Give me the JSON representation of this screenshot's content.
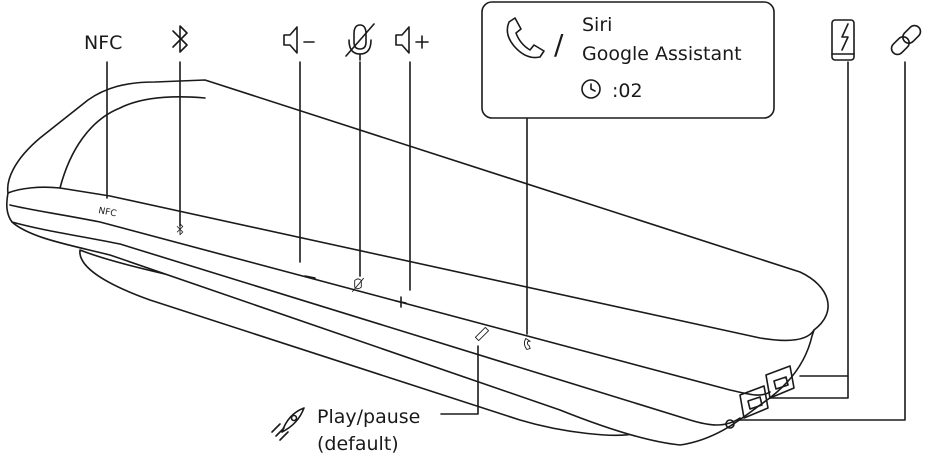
{
  "labels": {
    "nfc": "NFC",
    "siri": "Siri",
    "google_assistant": "Google Assistant",
    "slash": "/",
    "hold_time": ":02",
    "play_pause": "Play/pause",
    "default": "(default)",
    "body_nfc": "NFC"
  },
  "icons": [
    "bluetooth-icon",
    "volume-down-icon",
    "mute-icon",
    "volume-up-icon",
    "phone-icon",
    "clock-icon",
    "mobile-charge-icon",
    "link-icon",
    "rocket-icon"
  ],
  "colors": {
    "line": "#1a1a1a",
    "background": "#ffffff"
  }
}
